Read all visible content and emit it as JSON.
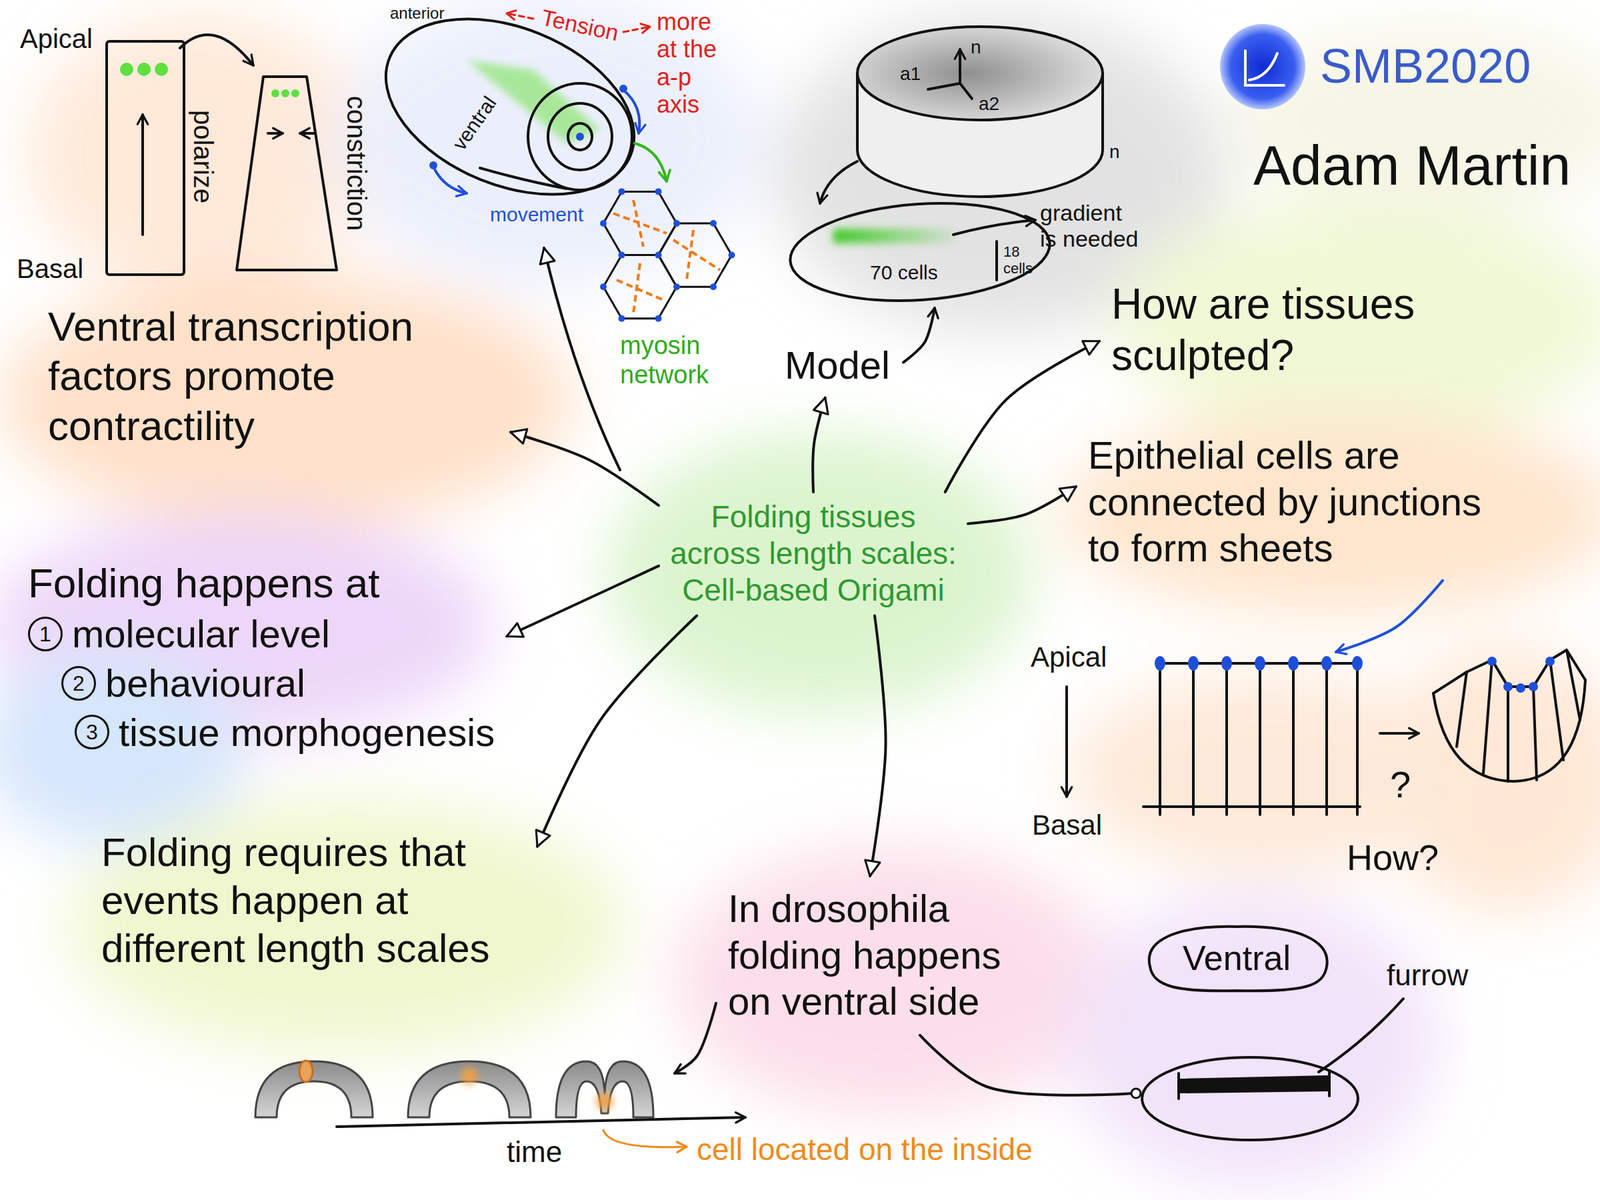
{
  "diagram": {
    "nodes": [
      {
        "text": [
          "Ventral transcription factors promote contractility"
        ]
      },
      {
        "text": [
          "Model"
        ]
      },
      {
        "text": [
          "How are tissues sculpted?"
        ]
      },
      {
        "text": [
          "Folding tissues across length scales: Cell-based Origami"
        ]
      },
      {
        "text": [
          "Epithelial cells are connected by junctions to form sheets"
        ]
      },
      {
        "text": [
          "Folding happens at",
          "1",
          "molecular level",
          "2",
          "behavioural",
          "3",
          "tissue morphogenesis"
        ]
      },
      {
        "text": [
          "Folding requires that events happen at different length scales"
        ]
      },
      {
        "text": [
          "In drosophila folding happens on ventral side"
        ]
      },
      {
        "text": [
          "Ventral"
        ]
      }
    ],
    "edges": [
      {
        "from": 3,
        "to": 0,
        "arrow": "to"
      },
      {
        "from": 3,
        "to": 1,
        "arrow": "to"
      },
      {
        "from": 3,
        "to": 2,
        "arrow": "to"
      },
      {
        "from": 3,
        "to": 4,
        "arrow": "to"
      },
      {
        "from": 3,
        "to": 5,
        "arrow": "to"
      },
      {
        "from": 3,
        "to": 6,
        "arrow": "to"
      },
      {
        "from": 3,
        "to": 7,
        "arrow": "to"
      }
    ],
    "labels": [
      "Apical",
      "Basal",
      "polarize",
      "constriction",
      "anterior",
      "ventral",
      "Tension",
      "more at the a-p axis",
      "movement",
      "myosin network",
      "a1",
      "n",
      "a2",
      "n",
      "gradient is needed",
      "70 cells",
      "18 cells",
      "SMB2020",
      "Adam Martin",
      "Apical",
      "Basal",
      "?",
      "How?",
      "time",
      "cell located on the inside",
      "furrow"
    ]
  }
}
